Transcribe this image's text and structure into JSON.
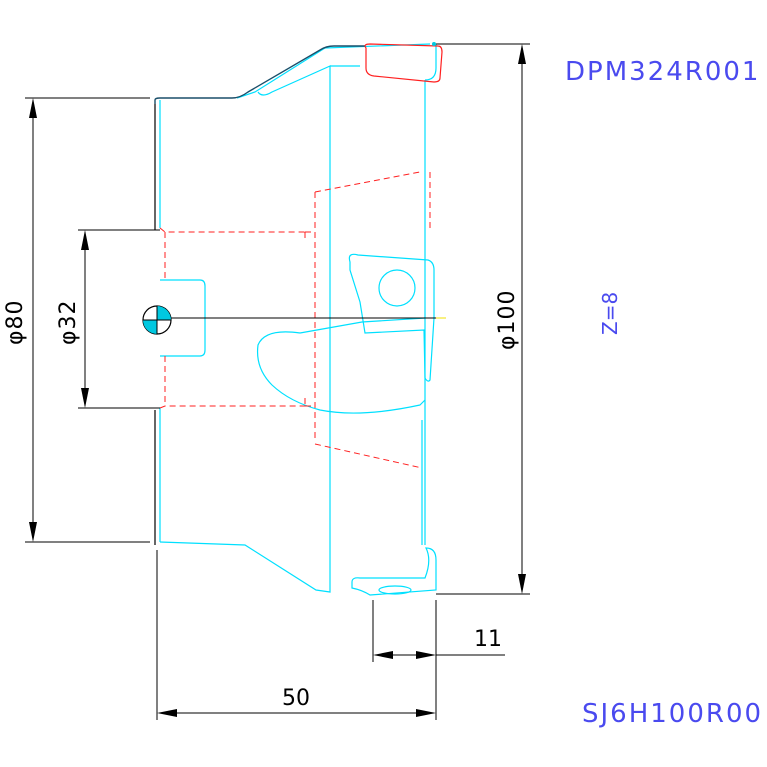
{
  "labels": {
    "part_number": "DPM324R001",
    "body_code": "SJ6H100R00",
    "teeth_count": "Z=8"
  },
  "dimensions": {
    "dia_80": "φ80",
    "dia_32": "φ32",
    "dia_100": "φ100",
    "length_50": "50",
    "length_11": "11"
  },
  "colors": {
    "outline": "#000000",
    "body": "#00e0ff",
    "hidden": "#ff2020",
    "insert": "#ff2020",
    "outline_top": "#1a4f6a",
    "text_blue": "#4a4aef",
    "center_mark": "#00c8e0"
  }
}
